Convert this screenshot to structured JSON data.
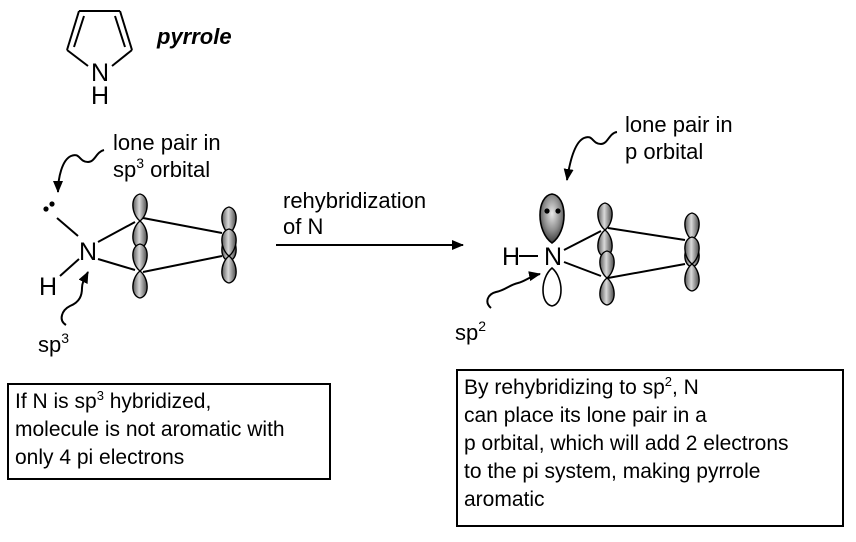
{
  "pyrrole": {
    "title": "pyrrole",
    "n_label": "N",
    "h_label": "H"
  },
  "left": {
    "n_label": "N",
    "h_label": "H",
    "lone_pair_note": {
      "line1": "lone pair in",
      "line2_prefix": "sp",
      "line2_sup": "3",
      "line2_suffix": " orbital"
    },
    "hyb_label": {
      "prefix": "sp",
      "sup": "3"
    }
  },
  "arrow": {
    "line1": "rehybridization",
    "line2": "of N"
  },
  "right": {
    "n_label": "N",
    "h_label": "H",
    "lone_pair_note": {
      "line1": "lone pair in",
      "line2": "p orbital"
    },
    "hyb_label": {
      "prefix": "sp",
      "sup": "2"
    }
  },
  "box_left": {
    "l1_prefix": "If N is sp",
    "l1_sup": "3",
    "l1_suffix": " hybridized,",
    "l2": "molecule is not aromatic with",
    "l3": "only 4 pi electrons"
  },
  "box_right": {
    "l1_prefix": "By rehybridizing to sp",
    "l1_sup": "2",
    "l1_suffix": ", N",
    "l2": "can place its lone pair in a",
    "l3": "p orbital, which will add 2 electrons",
    "l4": "to the pi system, making pyrrole",
    "l5": "aromatic"
  }
}
